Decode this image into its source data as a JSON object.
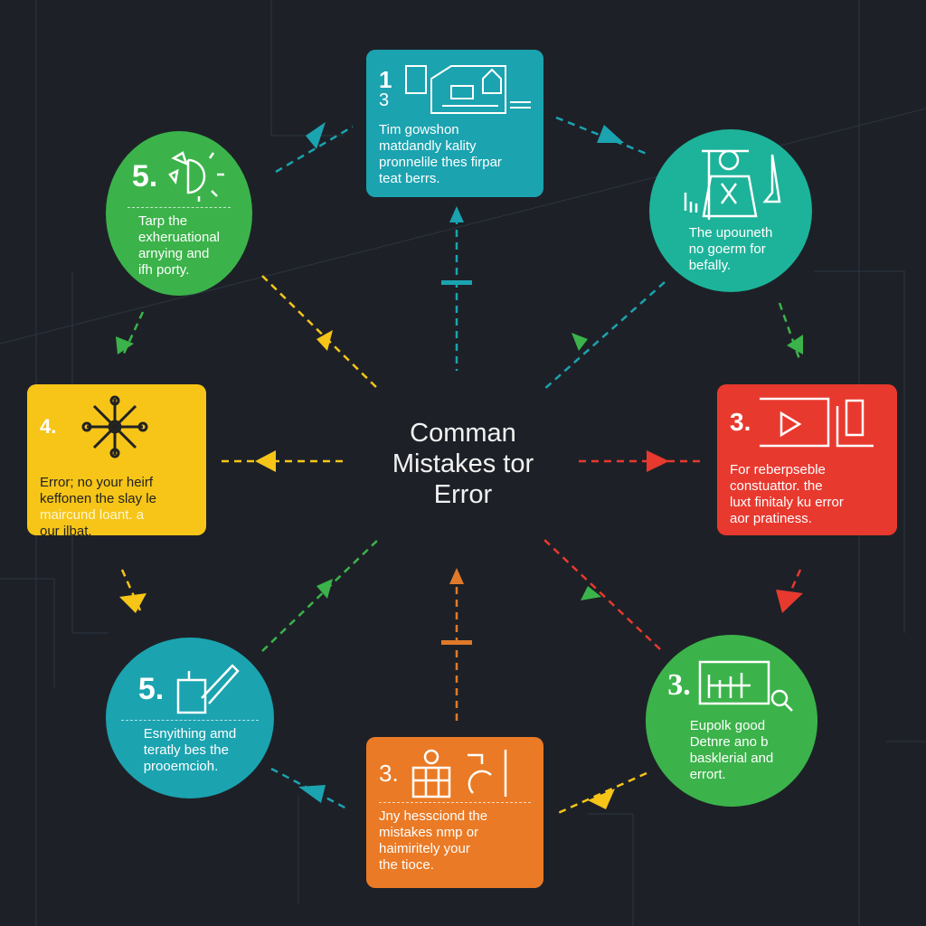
{
  "title": [
    "Comman",
    "Mistakes tor",
    "Error"
  ],
  "colors": {
    "background": "#1d2127",
    "teal": "#1ba3b0",
    "green": "#3bb34a",
    "mint": "#1db39a",
    "yellow": "#f6c518",
    "red": "#e8392f",
    "orange": "#ea7a25"
  },
  "nodes": {
    "top": {
      "num": "1",
      "num2": "3",
      "lines": [
        "Tim gowshon",
        "matdandly kality",
        "pronnelile thes firpar",
        "teat berrs."
      ]
    },
    "top_left": {
      "num": "5.",
      "lines": [
        "Tarp the",
        "exheruational",
        "arnying and",
        "ifh porty."
      ]
    },
    "top_right": {
      "lines": [
        "The upouneth",
        "no goerm for",
        "befally."
      ]
    },
    "left": {
      "num": "4.",
      "lines": [
        "Error; no your heirf",
        "keffonen the slay le",
        "maircund loant. a",
        "our ilbat."
      ]
    },
    "right": {
      "num": "3.",
      "lines": [
        "For reberpseble",
        "constuattor. the",
        "luxt finitaly ku error",
        "aor pratiness."
      ]
    },
    "bottom_left": {
      "num": "5.",
      "lines": [
        "Esnyithing amd",
        "teratly bes the",
        "prooemcioh."
      ]
    },
    "bottom_right": {
      "num": "3.",
      "lines": [
        "Eupolk good",
        "Detnre ano b",
        "basklerial and",
        "errort."
      ]
    },
    "bottom": {
      "num": "3.",
      "lines": [
        "Jny hessciond the",
        "mistakes nmp or",
        "haimiritely your",
        "the tioce."
      ]
    }
  }
}
